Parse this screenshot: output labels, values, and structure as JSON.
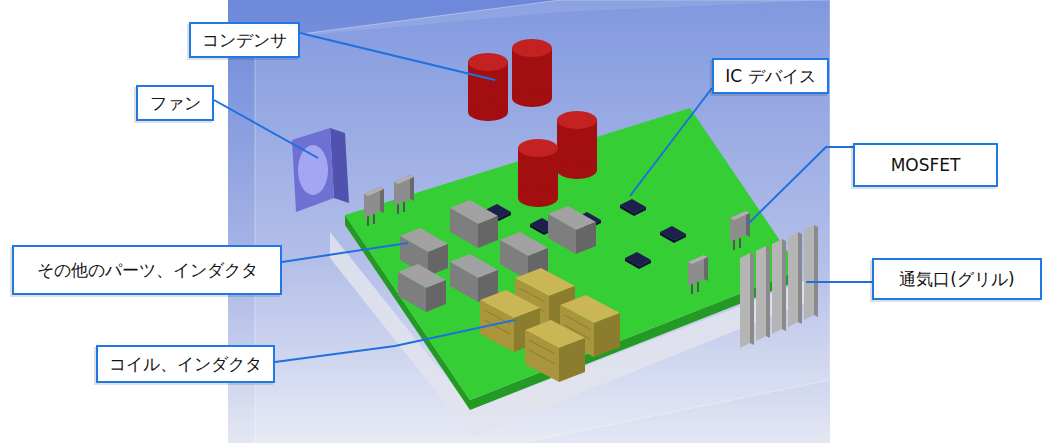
{
  "diagram": {
    "nodes": [
      {
        "text": [
          "コンデンサ"
        ]
      },
      {
        "text": [
          "IC デバイス"
        ]
      },
      {
        "text": [
          "ファン"
        ]
      },
      {
        "text": [
          "MOSFET"
        ]
      },
      {
        "text": [
          "その他のパーツ、インダクタ"
        ]
      },
      {
        "text": [
          "通気口(グリル)"
        ]
      },
      {
        "text": [
          "コイル、インダクタ"
        ]
      }
    ],
    "edges": []
  }
}
